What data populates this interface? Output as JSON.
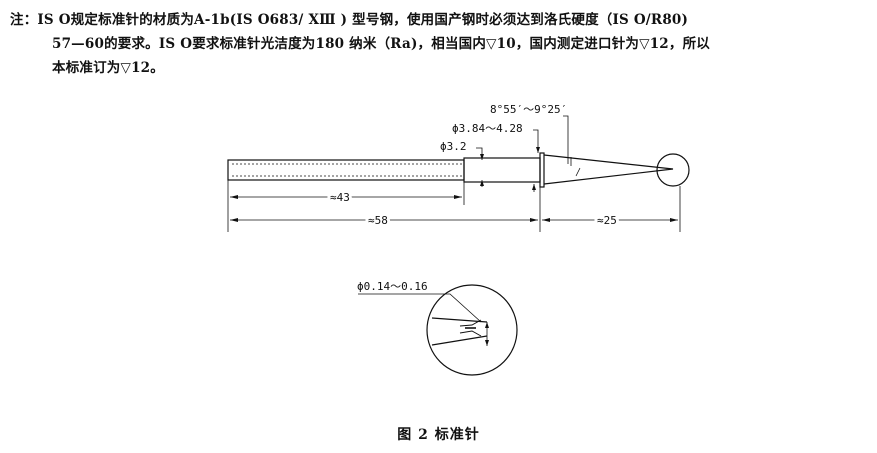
{
  "note": {
    "label": "注：",
    "lines": [
      "IS O规定标准针的材质为A-1b(IS O683/ XⅢ ) 型号钢，使用国产钢时必须达到洛氏硬度（IS O/R80)",
      "57—60的要求。IS O要求标准针光洁度为180 纳米（Ra)，相当国内▽10，国内测定进口针为▽12，所以",
      "本标准订为▽12。"
    ]
  },
  "figure": {
    "dim_angle": "8°55′～9°25′",
    "dim_diam_tip": "ϕ3.84～4.28",
    "dim_diam_shank": "ϕ3.2",
    "dim_len_43": "≈43",
    "dim_len_58": "≈58",
    "dim_len_25": "≈25",
    "detail_tip": "ϕ0.14～0.16"
  },
  "caption": "图 2   标准针"
}
